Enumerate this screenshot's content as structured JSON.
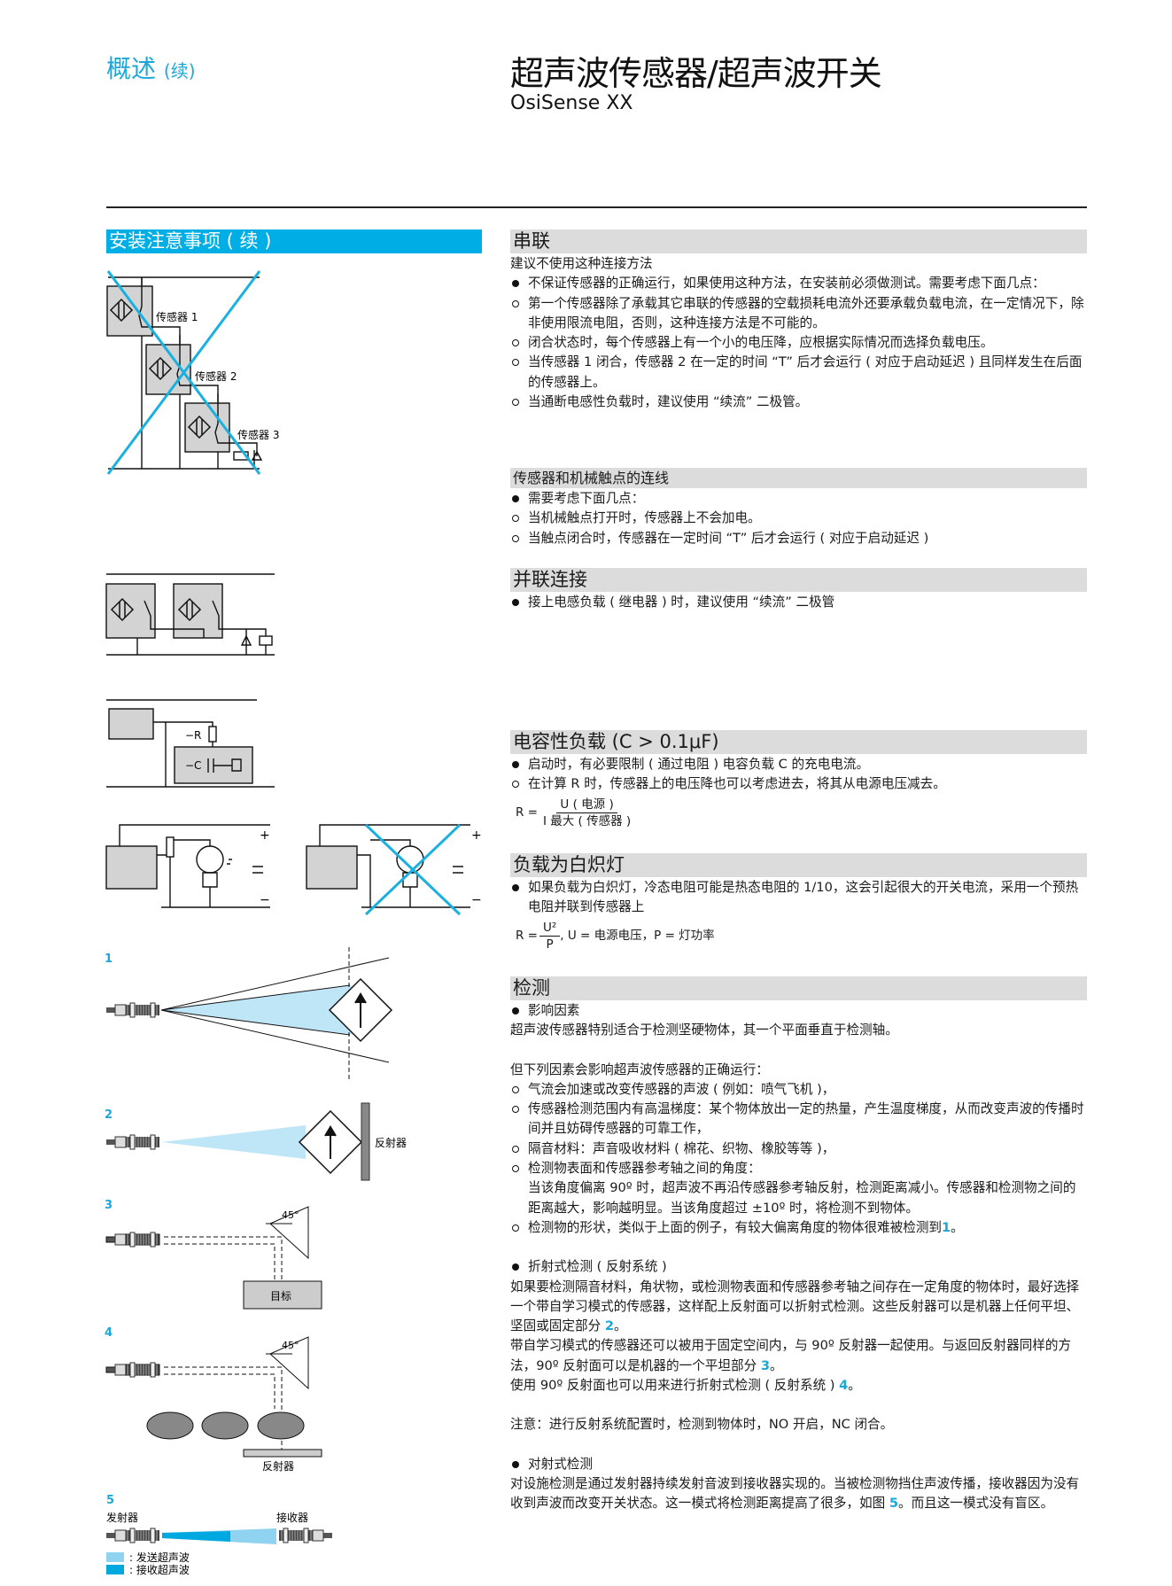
{
  "header": {
    "crumb": "概述",
    "crumb_suffix": "(续)",
    "title": "超声波传感器/超声波开关",
    "subtitle": "OsiSense XX"
  },
  "left": {
    "section_title": "安装注意事项 ( 续 )",
    "series_labels": [
      "传感器 1",
      "传感器 2",
      "传感器 3"
    ],
    "cap_labels": [
      "−R",
      "−C"
    ],
    "plus": "+",
    "minus": "−",
    "fig_numbers": [
      "1",
      "2",
      "3",
      "4",
      "5"
    ],
    "reflector": "反射器",
    "angle": "45°",
    "target": "目标",
    "emitter": "发射器",
    "receiver": "接收器",
    "legend": [
      {
        "label": ":  发送超声波",
        "color": "#8fd3f1"
      },
      {
        "label": ":  接收超声波",
        "color": "#00a8e0"
      }
    ]
  },
  "colors": {
    "accent": "#00aee6",
    "header_gray": "#dcdcdc"
  },
  "series": {
    "title": "串联",
    "intro": "建议不使用这种连接方法",
    "items": [
      "不保证传感器的正确运行，如果使用这种方法，在安装前必须做测试。需要考虑下面几点：",
      "第一个传感器除了承载其它串联的传感器的空载损耗电流外还要承载负载电流，在一定情况下，除非使用限流电阻，否则，这种连接方法是不可能的。",
      "闭合状态时，每个传感器上有一个小的电压降，应根据实际情况而选择负载电压。",
      "当传感器 1 闭合，传感器 2 在一定的时间 “T” 后才会运行 ( 对应于启动延迟 ) 且同样发生在后面的传感器上。",
      "当通断电感性负载时，建议使用 “续流” 二极管。"
    ]
  },
  "contacts": {
    "title": "传感器和机械触点的连线",
    "items": [
      "需要考虑下面几点：",
      "当机械触点打开时，传感器上不会加电。",
      "当触点闭合时，传感器在一定时间 “T” 后才会运行 ( 对应于启动延迟 )"
    ]
  },
  "parallel": {
    "title": "并联连接",
    "items": [
      "接上电感负载 ( 继电器 ) 时，建议使用 “续流” 二极管"
    ]
  },
  "capacitive": {
    "title": "电容性负载 (C > 0.1μF)",
    "items": [
      "启动时，有必要限制 ( 通过电阻 ) 电容负载 C 的充电电流。",
      "在计算 R 时，传感器上的电压降也可以考虑进去，将其从电源电压减去。"
    ],
    "formula": {
      "lhs": "R =",
      "num": "U ( 电源 )",
      "den": "I 最大 ( 传感器 )"
    }
  },
  "lamp": {
    "title": "负载为白炽灯",
    "items": [
      "如果负载为白炽灯，冷态电阻可能是热态电阻的 1/10，这会引起很大的开关电流，采用一个预热电阻并联到传感器上"
    ],
    "formula": {
      "lhs": "R =",
      "num": "U²",
      "den": "P",
      "rest": ", U = 电源电压，P = 灯功率"
    }
  },
  "detection": {
    "title": "检测",
    "factors_title": "影响因素",
    "factors_intro": "超声波传感器特别适合于检测坚硬物体，其一个平面垂直于检测轴。",
    "factors_lead": "但下列因素会影响超声波传感器的正确运行：",
    "factors": [
      "气流会加速或改变传感器的声波 ( 例如：喷气飞机 )，",
      "传感器检测范围内有高温梯度：某个物体放出一定的热量，产生温度梯度，从而改变声波的传播时间并且妨碍传感器的可靠工作，",
      "隔音材料：声音吸收材料 ( 棉花、织物、橡胶等等 )，",
      "检测物表面和传感器参考轴之间的角度：",
      "检测物的形状，类似于上面的例子，有较大偏离角度的物体很难被检测到"
    ],
    "angle_note": "当该角度偏离 90º 时，超声波不再沿传感器参考轴反射，检测距离减小。传感器和检测物之间的距离越大，影响越明显。当该角度超过 ±10º 时，将检测不到物体。",
    "shape_ref": "1",
    "reflex_title": "折射式检测 ( 反射系统 )",
    "reflex_p1": "如果要检测隔音材料，角状物，或检测物表面和传感器参考轴之间存在一定角度的物体时，最好选择一个带自学习模式的传感器，这样配上反射面可以折射式检测。这些反射器可以是机器上任何平坦、坚固或固定部分",
    "reflex_p1_ref": "2",
    "reflex_p2": "带自学习模式的传感器还可以被用于固定空间内，与 90º 反射器一起使用。与返回反射器同样的方法，90º 反射面可以是机器的一个平坦部分",
    "reflex_p2_ref": "3",
    "reflex_p3": "使用 90º 反射面也可以用来进行折射式检测 ( 反射系统 )",
    "reflex_p3_ref": "4",
    "period": "。",
    "note": "注意：进行反射系统配置时，检测到物体时，NO 开启，NC 闭合。",
    "thru_title": "对射式检测",
    "thru_p1": "对设施检测是通过发射器持续发射音波到接收器实现的。当被检测物挡住声波传播，接收器因为没有收到声波而改变开关状态。这一模式将检测距离提高了很多，如图",
    "thru_ref": "5",
    "thru_p2": "。而且这一模式没有盲区。"
  }
}
